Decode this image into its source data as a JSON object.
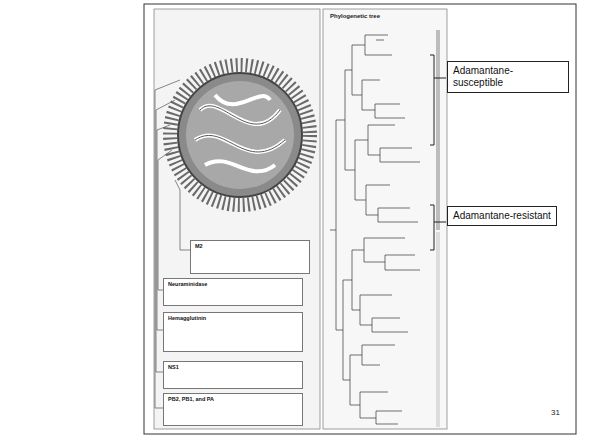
{
  "diagram": {
    "nodes": [
      {
        "text": [
          "Adamantane-susceptible"
        ]
      },
      {
        "text": [
          "Adamantane-resistant"
        ]
      },
      {
        "text": [
          "M2"
        ]
      },
      {
        "text": [
          "Neuraminidase"
        ]
      },
      {
        "text": [
          "Hemagglutinin"
        ]
      },
      {
        "text": [
          "NS1"
        ]
      },
      {
        "text": [
          "PB2, PB1, and PA"
        ]
      }
    ],
    "labels": [
      "Phylogenetic tree",
      "31"
    ]
  }
}
